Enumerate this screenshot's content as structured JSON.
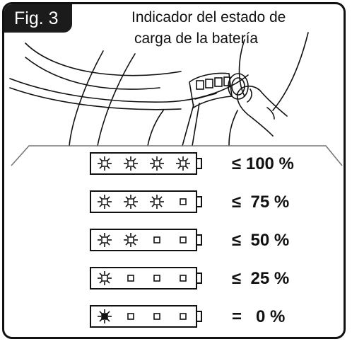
{
  "figure_label": "Fig. 3",
  "caption": {
    "line1": "Indicador del estado de",
    "line2": "carga de la batería"
  },
  "battery_levels": [
    {
      "label": "≤ 100 %",
      "lit": 4,
      "blinking": false
    },
    {
      "label": "≤  75 %",
      "lit": 3,
      "blinking": false
    },
    {
      "label": "≤  50 %",
      "lit": 2,
      "blinking": false
    },
    {
      "label": "≤  25 %",
      "lit": 1,
      "blinking": false
    },
    {
      "label": "=   0 %",
      "lit": 1,
      "blinking": true
    }
  ],
  "colors": {
    "ink": "#111111",
    "background": "#ffffff"
  }
}
